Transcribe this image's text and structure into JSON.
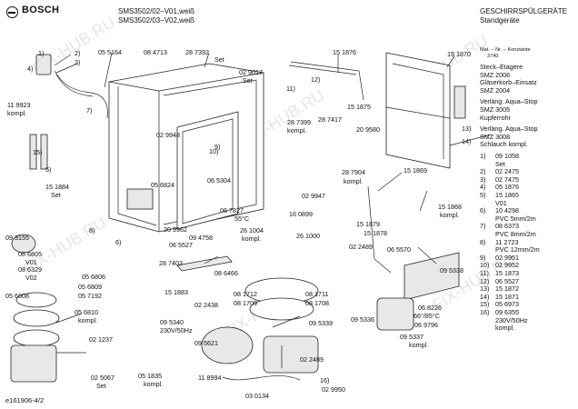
{
  "header": {
    "brand": "BOSCH",
    "model_line1": "SMS3502/02–V01,weiß",
    "model_line2": "SMS3502/03–V02,weiß",
    "title": "GESCHIRRSPÜLGERÄTE",
    "subtitle": "Standgeräte"
  },
  "footer": {
    "doc_id": "e161906-4/2"
  },
  "watermark": "FIX-HUB.RU",
  "right_panel": {
    "konstante_label": "Mat. – Nr. – Konstante",
    "konstante_value": "3740",
    "accessories": [
      {
        "name": "Steck–Etagere",
        "code": "SMZ 2006"
      },
      {
        "name": "Gläserkorb–Einsatz",
        "code": "SMZ 2004"
      },
      {
        "name": "Verläng. Aqua–Stop",
        "code": "SMZ 3005",
        "note": "Kupferrohr"
      },
      {
        "name": "Verläng. Aqua–Stop",
        "code": "SMZ 3008",
        "note": "Schlauch kompl."
      }
    ],
    "parts": [
      {
        "no": "1)",
        "code": "09 1058",
        "note": "Set"
      },
      {
        "no": "2)",
        "code": "02 2475"
      },
      {
        "no": "3)",
        "code": "02 7475"
      },
      {
        "no": "4)",
        "code": "05 1876"
      },
      {
        "no": "5)",
        "code": "15 1865",
        "note": "V01"
      },
      {
        "no": "6)",
        "code": "10 4298",
        "note": "PVC 5mm/2m"
      },
      {
        "no": "7)",
        "code": "08 6373",
        "note": "PVC 8mm/2m"
      },
      {
        "no": "8)",
        "code": "11 2723",
        "note": "PVC 12mm/2m"
      },
      {
        "no": "9)",
        "code": "02 9951"
      },
      {
        "no": "10)",
        "code": "02 9952"
      },
      {
        "no": "11)",
        "code": "15 1873"
      },
      {
        "no": "12)",
        "code": "06 5527"
      },
      {
        "no": "13)",
        "code": "15 1872"
      },
      {
        "no": "14)",
        "code": "15 1871"
      },
      {
        "no": "15)",
        "code": "05 6973"
      },
      {
        "no": "16)",
        "code": "09 6355",
        "note": "230V/50Hz",
        "note2": "kompl."
      }
    ]
  },
  "callouts": [
    "1)",
    "2)",
    "3)",
    "4)",
    "5)",
    "6)",
    "7)",
    "8)",
    "9)",
    "10)",
    "11)",
    "12)",
    "13)",
    "14)",
    "15)",
    "16)",
    "11 9923",
    "kompl.",
    "05 5164",
    "08 4713",
    "28 7392",
    "Set",
    "02 9017",
    "Set",
    "02 9948",
    "15 1876",
    "28 7399",
    "28 7417",
    "15 1875",
    "kompl.",
    "15 1870",
    "20 9580",
    "15 1884",
    "Set",
    "05 6824",
    "06 5304",
    "09 3155",
    "28 7904",
    "kompl.",
    "15 1869",
    "02 9947",
    "08 6805",
    "V01",
    "08 6329",
    "V02",
    "05 6806",
    "05 6809",
    "05 7192",
    "05 6808",
    "05 6810",
    "kompl.",
    "02 1237",
    "20 9962",
    "06 7827",
    "55°C",
    "26 1004",
    "kompl.",
    "16 0899",
    "26 1000",
    "15 1879",
    "15 1878",
    "15 1868",
    "kompl.",
    "02 2489",
    "06 5570",
    "09 5338",
    "09 4758",
    "06 5527",
    "28 7403",
    "08 6466",
    "15 1883",
    "02 2438",
    "08 1712",
    "08 1709",
    "08 1711",
    "08 1708",
    "09 5340",
    "230V/50Hz",
    "09 5621",
    "09 5336",
    "06 8226",
    "66°/85°C",
    "06 9796",
    "09 5339",
    "09 5337",
    "kompl.",
    "02 2489",
    "05 1835",
    "kompl.",
    "02 5067",
    "Set",
    "11 8994",
    "03 0134",
    "02 9950"
  ]
}
